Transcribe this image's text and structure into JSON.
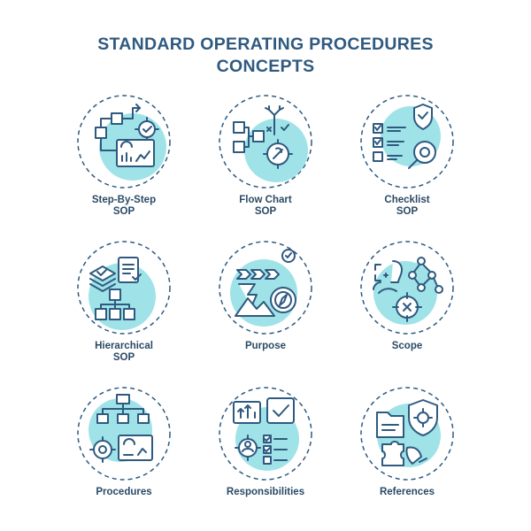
{
  "title": {
    "line1": "STANDARD OPERATING PROCEDURES",
    "line2": "CONCEPTS"
  },
  "colors": {
    "accent": "#9fe3e8",
    "stroke": "#2f5a80",
    "text": "#2b4a66"
  },
  "items": [
    {
      "line1": "Step-By-Step",
      "line2": "SOP",
      "icon": "step-by-step-icon"
    },
    {
      "line1": "Flow Chart",
      "line2": "SOP",
      "icon": "flow-chart-icon"
    },
    {
      "line1": "Checklist",
      "line2": "SOP",
      "icon": "checklist-icon"
    },
    {
      "line1": "Hierarchical",
      "line2": "SOP",
      "icon": "hierarchy-icon"
    },
    {
      "line1": "Purpose",
      "line2": "",
      "icon": "purpose-icon"
    },
    {
      "line1": "Scope",
      "line2": "",
      "icon": "scope-icon"
    },
    {
      "line1": "Procedures",
      "line2": "",
      "icon": "procedures-icon"
    },
    {
      "line1": "Responsibilities",
      "line2": "",
      "icon": "responsibilities-icon"
    },
    {
      "line1": "References",
      "line2": "",
      "icon": "references-icon"
    }
  ]
}
